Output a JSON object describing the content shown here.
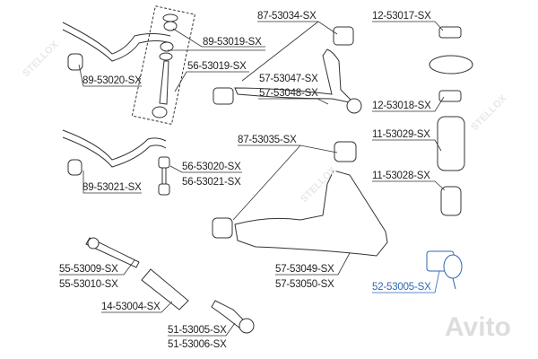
{
  "parts": [
    {
      "id": "87-53034-SX"
    },
    {
      "id": "12-53017-SX"
    },
    {
      "id": "89-53019-SX"
    },
    {
      "id": "56-53019-SX"
    },
    {
      "id": "89-53020-SX"
    },
    {
      "id": "57-53047-SX"
    },
    {
      "id": "57-53048-SX"
    },
    {
      "id": "12-53018-SX"
    },
    {
      "id": "11-53029-SX"
    },
    {
      "id": "87-53035-SX"
    },
    {
      "id": "56-53020-SX"
    },
    {
      "id": "56-53021-SX"
    },
    {
      "id": "11-53028-SX"
    },
    {
      "id": "89-53021-SX"
    },
    {
      "id": "55-53009-SX"
    },
    {
      "id": "55-53010-SX"
    },
    {
      "id": "57-53049-SX"
    },
    {
      "id": "57-53050-SX"
    },
    {
      "id": "52-53005-SX",
      "highlighted": true,
      "color": "#2f66b3"
    },
    {
      "id": "14-53004-SX"
    },
    {
      "id": "51-53005-SX"
    },
    {
      "id": "51-53006-SX"
    }
  ],
  "watermark": "STELLOX",
  "logo": "Avito"
}
